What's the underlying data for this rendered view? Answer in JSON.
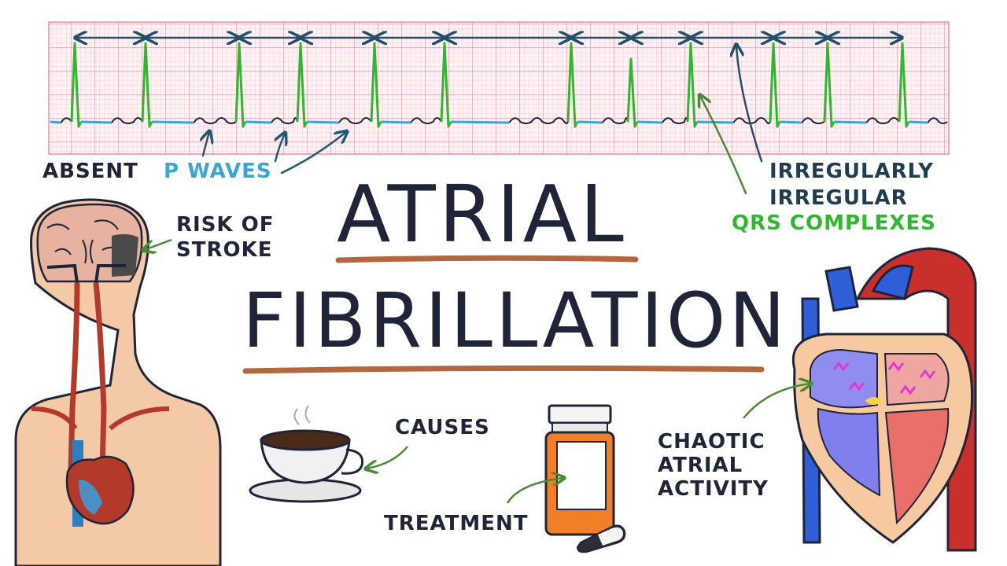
{
  "title": {
    "line1": "ATRIAL",
    "line2": "FIBRILLATION"
  },
  "ecg_labels": {
    "absent": "ABSENT",
    "p_waves": "P WAVES",
    "irregularly_1": "IRREGULARLY",
    "irregularly_2": "IRREGULAR",
    "qrs": "QRS COMPLEXES"
  },
  "callouts": {
    "risk_1": "RISK OF",
    "risk_2": "STROKE",
    "causes": "CAUSES",
    "treatment": "TREATMENT",
    "chaotic_1": "CHAOTIC",
    "chaotic_2": "ATRIAL",
    "chaotic_3": "ACTIVITY"
  },
  "colors": {
    "ink": "#1f2438",
    "p_wave_blue": "#3aa6d4",
    "qrs_green": "#2db82d",
    "grid_red": "#f2a3b0",
    "underline_brown": "#b2673f",
    "arrow_green": "#4a8a36",
    "aorta_red": "#c9302c",
    "vein_blue": "#2f5fd8",
    "signal_pink": "#e236d8"
  }
}
